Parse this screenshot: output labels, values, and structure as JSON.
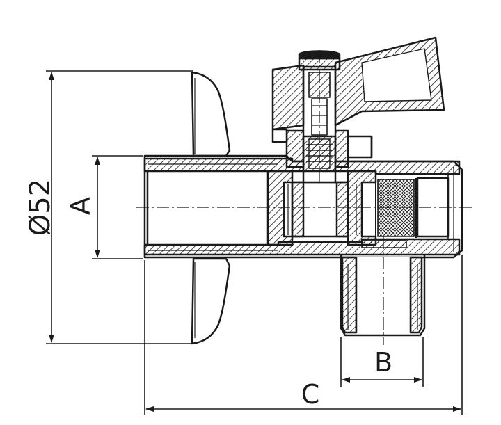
{
  "drawing": {
    "colors": {
      "line": "#1a1a1a",
      "hatch": "#1a1a1a",
      "background": "#ffffff"
    },
    "dimensions": {
      "diameter": "Ø52",
      "inlet": "A",
      "outlet": "B",
      "length": "C"
    }
  }
}
